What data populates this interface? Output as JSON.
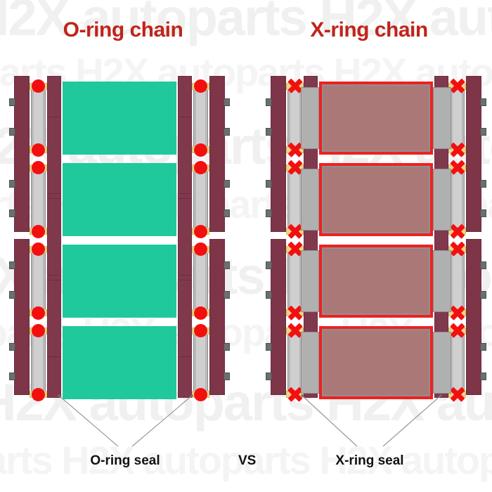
{
  "titles": {
    "left": "O-ring chain",
    "right": "X-ring chain"
  },
  "captions": {
    "left": "O-ring seal",
    "right": "X-ring seal",
    "vs": "VS"
  },
  "watermark": {
    "text": "H2X autoparts",
    "color": "#f0f0f0"
  },
  "colors": {
    "title_red": "#c0241b",
    "plate_maroon": "#7d3547",
    "plate_inner": "#80394c",
    "pin_gray": "#b9b9b9",
    "pin_core": "#cfcfcf",
    "pin_head": "#6e6e6e",
    "seal_gold": "#e8d48a",
    "ring_red": "#f40f0f",
    "roller_teal": "#1fc99b",
    "roller_mauve": "#ab7878",
    "roller_border_red": "#f02020",
    "caption_black": "#111111"
  },
  "diagram": {
    "link_count": 4,
    "seal_type_left": "o-ring",
    "seal_type_right": "x-ring",
    "roller_label_left": "teal-roller",
    "roller_label_right": "mauve-roller"
  }
}
